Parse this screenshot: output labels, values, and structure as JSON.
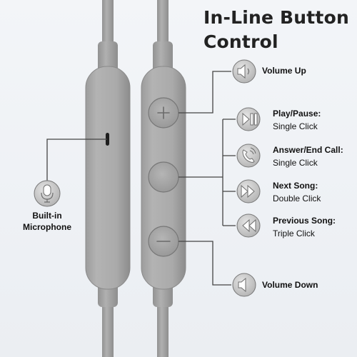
{
  "title": {
    "line1": "In-Line Button",
    "line2": "Control"
  },
  "controls": [
    {
      "id": "volume-up",
      "bold": "Volume Up",
      "sub": "",
      "icon": "speaker-icon"
    },
    {
      "id": "play-pause",
      "bold": "Play/Pause:",
      "sub": "Single Click",
      "icon": "play-pause-icon"
    },
    {
      "id": "answer-end-call",
      "bold": "Answer/End Call:",
      "sub": "Single Click",
      "icon": "phone-icon"
    },
    {
      "id": "next-song",
      "bold": "Next Song:",
      "sub": "Double Click",
      "icon": "fast-forward-icon"
    },
    {
      "id": "previous-song",
      "bold": "Previous Song:",
      "sub": "Triple Click",
      "icon": "rewind-icon"
    },
    {
      "id": "volume-down",
      "bold": "Volume Down",
      "sub": "",
      "icon": "speaker-icon"
    }
  ],
  "microphone": {
    "line1": "Built-in",
    "line2": "Microphone",
    "icon": "microphone-icon"
  },
  "remote_buttons": [
    {
      "name": "plus-button",
      "symbol": "+"
    },
    {
      "name": "center-button",
      "symbol": ""
    },
    {
      "name": "minus-button",
      "symbol": "−"
    }
  ],
  "colors": {
    "body": "#a8a8a8",
    "body_dark": "#8f8f8f",
    "cable": "#a3a3a3",
    "line": "#444444",
    "icon_fill": "#bcbcbc",
    "icon_stroke": "#6e6e6e"
  }
}
